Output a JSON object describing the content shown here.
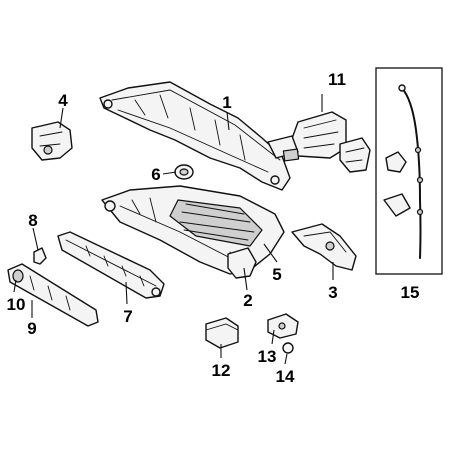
{
  "diagram": {
    "callouts": [
      {
        "id": "1",
        "label": "1"
      },
      {
        "id": "2",
        "label": "2"
      },
      {
        "id": "3",
        "label": "3"
      },
      {
        "id": "4",
        "label": "4"
      },
      {
        "id": "5",
        "label": "5"
      },
      {
        "id": "6",
        "label": "6"
      },
      {
        "id": "7",
        "label": "7"
      },
      {
        "id": "8",
        "label": "8"
      },
      {
        "id": "9",
        "label": "9"
      },
      {
        "id": "10",
        "label": "10"
      },
      {
        "id": "11",
        "label": "11"
      },
      {
        "id": "12",
        "label": "12"
      },
      {
        "id": "13",
        "label": "13"
      },
      {
        "id": "14",
        "label": "14"
      },
      {
        "id": "15",
        "label": "15"
      }
    ],
    "line_color": "#111111",
    "fill_color": "#f4f4f4"
  }
}
